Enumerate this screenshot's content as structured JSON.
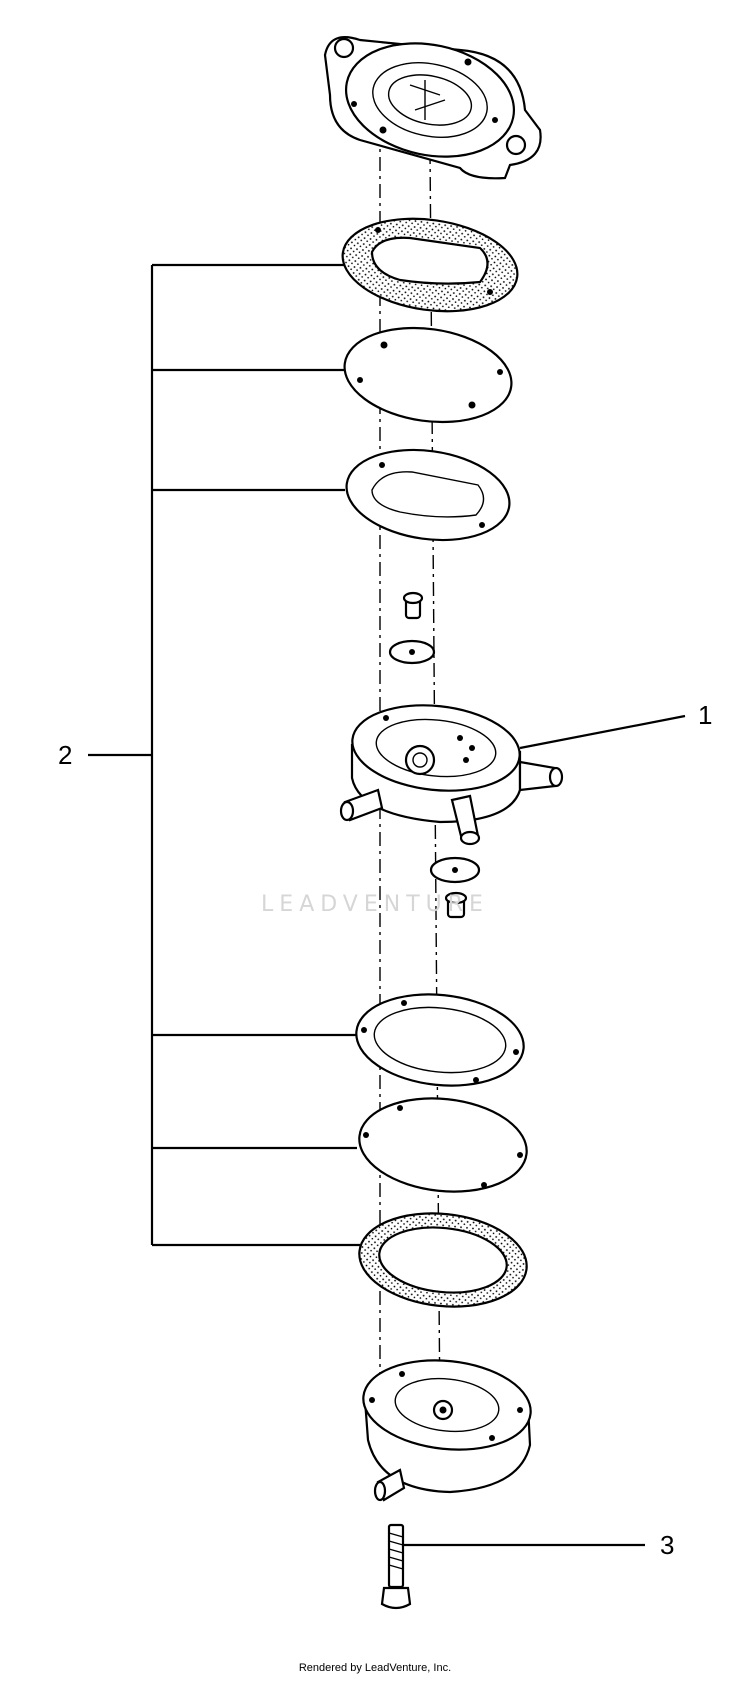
{
  "callouts": [
    {
      "label": "1"
    },
    {
      "label": "2"
    },
    {
      "label": "3"
    }
  ],
  "watermark": "LEADVENTURE",
  "footer": "Rendered by LeadVenture, Inc.",
  "colors": {
    "line": "#000000",
    "watermark": "#d6d6d6",
    "background": "#ffffff"
  }
}
